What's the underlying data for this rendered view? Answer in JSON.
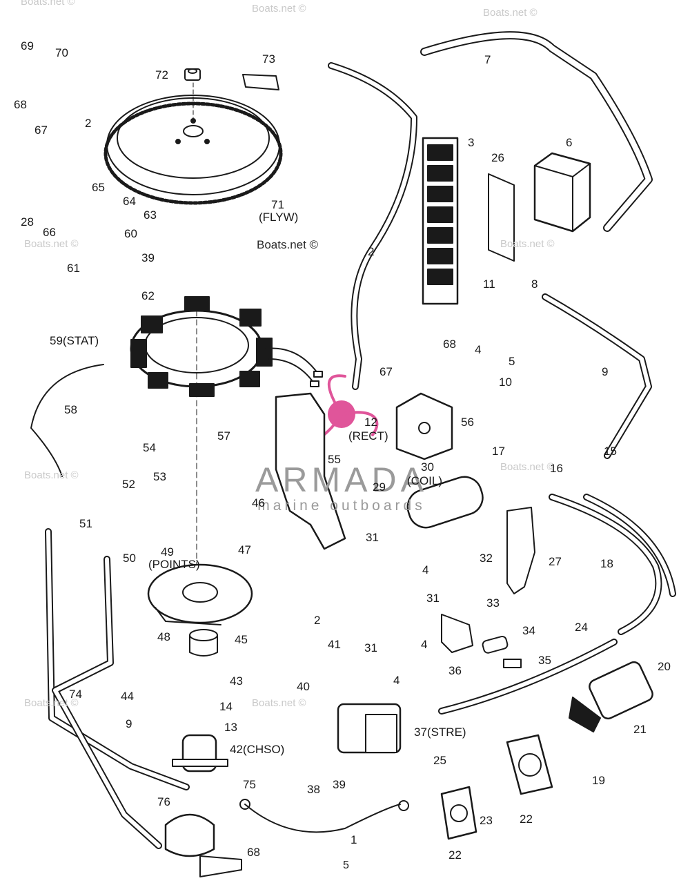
{
  "watermark": "Boats.net ©",
  "brand": {
    "name": "ARMADA",
    "tagline": "marine outboards",
    "accent_color": "#e0559a"
  },
  "page_number": "5",
  "colors": {
    "ink": "#1a1a1a",
    "watermark": "#c9c9c9",
    "paper": "#ffffff"
  },
  "callouts": [
    {
      "key": "c69",
      "text": "69"
    },
    {
      "key": "c70",
      "text": "70"
    },
    {
      "key": "c72",
      "text": "72"
    },
    {
      "key": "c73",
      "text": "73"
    },
    {
      "key": "c7",
      "text": "7"
    },
    {
      "key": "c68a",
      "text": "68"
    },
    {
      "key": "c67a",
      "text": "67"
    },
    {
      "key": "c2a",
      "text": "2"
    },
    {
      "key": "c3",
      "text": "3"
    },
    {
      "key": "c26",
      "text": "26"
    },
    {
      "key": "c6",
      "text": "6"
    },
    {
      "key": "c65",
      "text": "65"
    },
    {
      "key": "c28",
      "text": "28"
    },
    {
      "key": "c66",
      "text": "66"
    },
    {
      "key": "c64",
      "text": "64"
    },
    {
      "key": "c71",
      "text": "71"
    },
    {
      "key": "c71lbl",
      "text": "(FLYW)"
    },
    {
      "key": "c63",
      "text": "63"
    },
    {
      "key": "c60",
      "text": "60"
    },
    {
      "key": "c2b",
      "text": "2"
    },
    {
      "key": "c39a",
      "text": "39"
    },
    {
      "key": "c61",
      "text": "61"
    },
    {
      "key": "c62",
      "text": "62"
    },
    {
      "key": "c11",
      "text": "11"
    },
    {
      "key": "c8",
      "text": "8"
    },
    {
      "key": "c59",
      "text": "59(STAT)"
    },
    {
      "key": "c68b",
      "text": "68"
    },
    {
      "key": "c4a",
      "text": "4"
    },
    {
      "key": "c5",
      "text": "5"
    },
    {
      "key": "c67b",
      "text": "67"
    },
    {
      "key": "c9a",
      "text": "9"
    },
    {
      "key": "c10",
      "text": "10"
    },
    {
      "key": "c58",
      "text": "58"
    },
    {
      "key": "c57",
      "text": "57"
    },
    {
      "key": "c12",
      "text": "12"
    },
    {
      "key": "c12lbl",
      "text": "(RECT)"
    },
    {
      "key": "c56",
      "text": "56"
    },
    {
      "key": "c15",
      "text": "15"
    },
    {
      "key": "c54",
      "text": "54"
    },
    {
      "key": "c55",
      "text": "55"
    },
    {
      "key": "c17",
      "text": "17"
    },
    {
      "key": "c16",
      "text": "16"
    },
    {
      "key": "c30",
      "text": "30"
    },
    {
      "key": "c30lbl",
      "text": "(COIL)"
    },
    {
      "key": "c53",
      "text": "53"
    },
    {
      "key": "c52",
      "text": "52"
    },
    {
      "key": "c29",
      "text": "29"
    },
    {
      "key": "c46",
      "text": "46"
    },
    {
      "key": "c51",
      "text": "51"
    },
    {
      "key": "c47",
      "text": "47"
    },
    {
      "key": "c31a",
      "text": "31"
    },
    {
      "key": "c50",
      "text": "50"
    },
    {
      "key": "c49",
      "text": "49"
    },
    {
      "key": "c49lbl",
      "text": "(POINTS)"
    },
    {
      "key": "c4b",
      "text": "4"
    },
    {
      "key": "c32",
      "text": "32"
    },
    {
      "key": "c27",
      "text": "27"
    },
    {
      "key": "c18",
      "text": "18"
    },
    {
      "key": "c33",
      "text": "33"
    },
    {
      "key": "c31b",
      "text": "31"
    },
    {
      "key": "c2c",
      "text": "2"
    },
    {
      "key": "c48",
      "text": "48"
    },
    {
      "key": "c45",
      "text": "45"
    },
    {
      "key": "c24",
      "text": "24"
    },
    {
      "key": "c34",
      "text": "34"
    },
    {
      "key": "c4c",
      "text": "4"
    },
    {
      "key": "c41",
      "text": "41"
    },
    {
      "key": "c31c",
      "text": "31"
    },
    {
      "key": "c36",
      "text": "36"
    },
    {
      "key": "c35",
      "text": "35"
    },
    {
      "key": "c20",
      "text": "20"
    },
    {
      "key": "c40",
      "text": "40"
    },
    {
      "key": "c4d",
      "text": "4"
    },
    {
      "key": "c43",
      "text": "43"
    },
    {
      "key": "c74",
      "text": "74"
    },
    {
      "key": "c44",
      "text": "44"
    },
    {
      "key": "c14",
      "text": "14"
    },
    {
      "key": "c21",
      "text": "21"
    },
    {
      "key": "c9b",
      "text": "9"
    },
    {
      "key": "c13",
      "text": "13"
    },
    {
      "key": "c37",
      "text": "37(STRE)"
    },
    {
      "key": "c42",
      "text": "42(CHSO)"
    },
    {
      "key": "c25",
      "text": "25"
    },
    {
      "key": "c19",
      "text": "19"
    },
    {
      "key": "c38",
      "text": "38"
    },
    {
      "key": "c39b",
      "text": "39"
    },
    {
      "key": "c75",
      "text": "75"
    },
    {
      "key": "c22a",
      "text": "22"
    },
    {
      "key": "c76",
      "text": "76"
    },
    {
      "key": "c23",
      "text": "23"
    },
    {
      "key": "c1",
      "text": "1"
    },
    {
      "key": "c68c",
      "text": "68"
    },
    {
      "key": "c22b",
      "text": "22"
    }
  ]
}
